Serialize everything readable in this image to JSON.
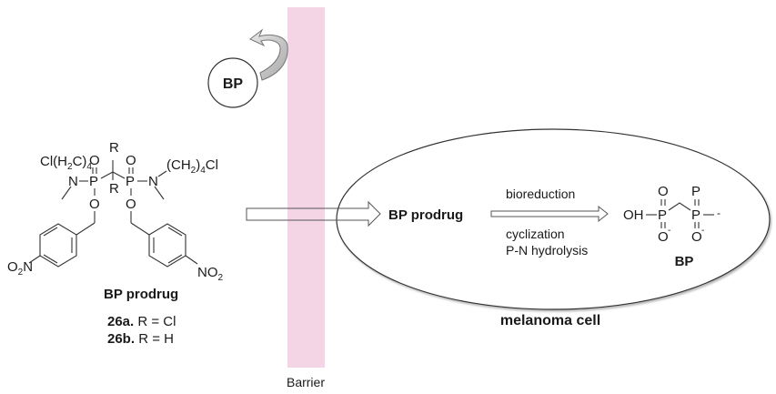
{
  "barrier": {
    "label": "Barrier",
    "color": "#f3d5e5"
  },
  "bp_circle": {
    "label": "BP"
  },
  "prodrug": {
    "left_chain": {
      "main": "Cl(H",
      "sub1": "2",
      "mid": "C)",
      "sub2": "4"
    },
    "right_chain": {
      "main": "(CH",
      "sub1": "2",
      "mid": ")",
      "sub2": "4",
      "tail": "Cl"
    },
    "atoms": {
      "N": "N",
      "P": "P",
      "O": "O",
      "R": "R",
      "nitro_left": {
        "main": "O",
        "sub": "2",
        "tail": "N"
      },
      "nitro_right": {
        "main": "NO",
        "sub": "2"
      }
    },
    "name": "BP prodrug",
    "variants": [
      {
        "id": "26a.",
        "formula": "R = Cl"
      },
      {
        "id": "26b.",
        "formula": "R = H"
      }
    ]
  },
  "cell": {
    "label": "melanoma cell",
    "prodrug_label": "BP prodrug",
    "above_arrow": "bioreduction",
    "below_arrow_1": "cyclization",
    "below_arrow_2": "P-N hydrolysis",
    "product": {
      "OH": "OH",
      "P": "P",
      "O": "O",
      "minus": "-",
      "dash": "-",
      "label": "BP"
    }
  }
}
